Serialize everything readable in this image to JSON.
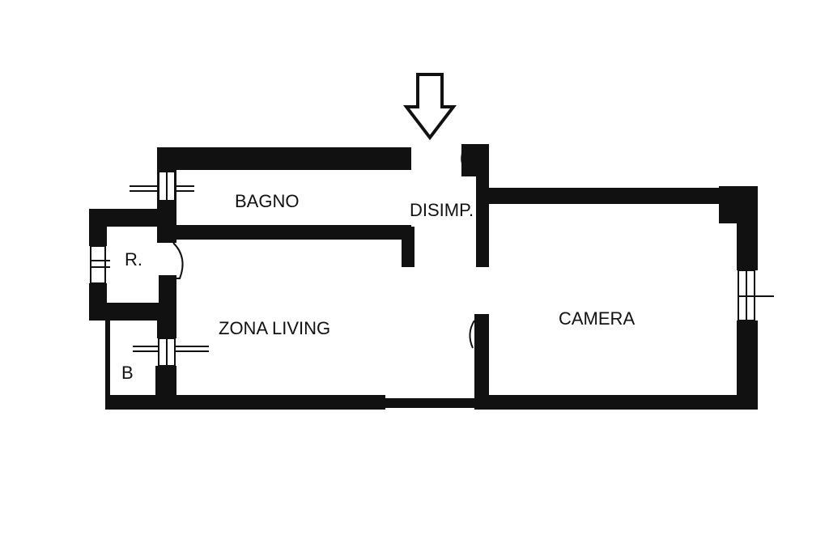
{
  "rooms": {
    "bagno": "BAGNO",
    "disimp": "DISIMP.",
    "ripostiglio": "R.",
    "zona_living": "ZONA LIVING",
    "camera": "CAMERA",
    "balcone": "B"
  },
  "entrance_marker": {
    "icon": "down-arrow-icon"
  },
  "colors": {
    "wall": "#111111",
    "background": "#ffffff"
  }
}
